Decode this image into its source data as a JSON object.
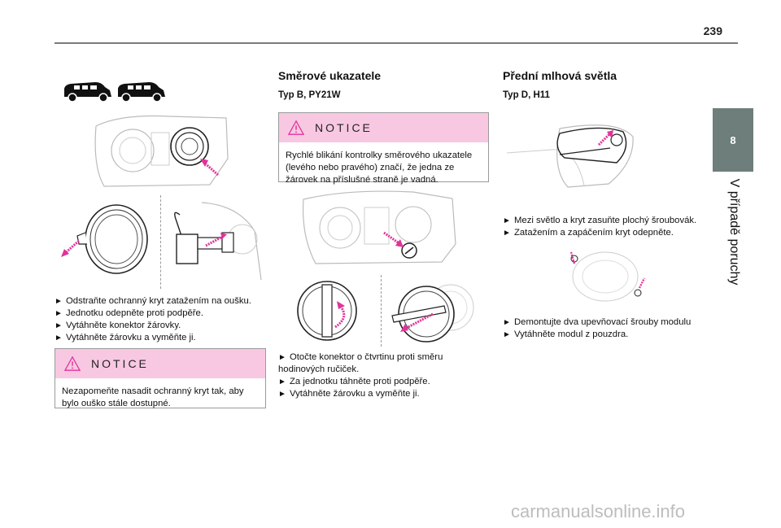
{
  "page": {
    "number": "239"
  },
  "chapter": {
    "number": "8",
    "title": "V případě poruchy"
  },
  "col1": {
    "instructions": [
      "Odstraňte ochranný kryt zatažením na oušku.",
      "Jednotku odepněte proti podpěře.",
      "Vytáhněte konektor žárovky.",
      "Vytáhněte žárovku a vyměňte ji."
    ],
    "notice": {
      "label": "NOTICE",
      "text": "Nezapomeňte nasadit ochranný kryt tak, aby bylo ouško stále dostupné."
    }
  },
  "col2": {
    "title": "Směrové ukazatele",
    "subtitle": "Typ B, PY21W",
    "notice": {
      "label": "NOTICE",
      "text": "Rychlé blikání kontrolky směrového ukazatele (levého nebo pravého) značí, že jedna ze žárovek na příslušné straně je vadná."
    },
    "instructions": [
      "Otočte konektor o čtvrtinu proti směru hodinových ručiček.",
      "Za jednotku táhněte proti podpěře.",
      "Vytáhněte žárovku a vyměňte ji."
    ]
  },
  "col3": {
    "title": "Přední mlhová světla",
    "subtitle": "Typ D, H11",
    "instructions_a": [
      "Mezi světlo a kryt zasuňte plochý šroubovák.",
      "Zatažením a zapáčením kryt odepněte."
    ],
    "instructions_b": [
      "Demontujte dva upevňovací šrouby modulu",
      "Vytáhněte modul z pouzdra."
    ]
  },
  "bullet_glyph": "►",
  "watermark": "carmanualsonline.info",
  "colors": {
    "notice_header": "#f8c8e2",
    "accent_arrow": "#e0339a",
    "chapter_tab": "#6e7e7a"
  },
  "icons": [
    "van-icon",
    "warning-triangle-icon",
    "arrow-icon"
  ]
}
